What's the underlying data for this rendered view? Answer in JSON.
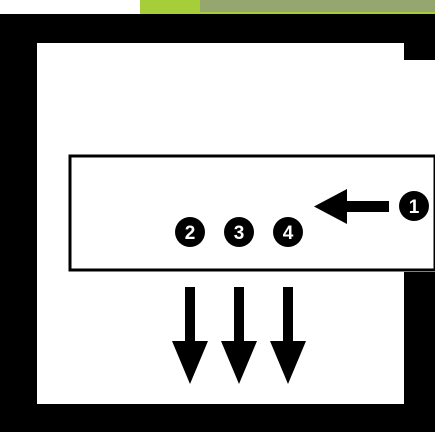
{
  "diagram": {
    "colors": {
      "frame": "#000000",
      "inner_fill": "#ffffff",
      "accent_green": "#a6ce39",
      "photo_strip": "#8f9a82",
      "badge_fill": "#000000",
      "badge_text": "#ffffff",
      "arrow": "#000000"
    },
    "badges": [
      {
        "number": "1",
        "role": "input"
      },
      {
        "number": "2",
        "role": "output"
      },
      {
        "number": "3",
        "role": "output"
      },
      {
        "number": "4",
        "role": "output"
      }
    ],
    "arrows": [
      {
        "direction": "left",
        "icon": "arrow-left-icon"
      },
      {
        "direction": "down",
        "icon": "arrow-down-icon"
      },
      {
        "direction": "down",
        "icon": "arrow-down-icon"
      },
      {
        "direction": "down",
        "icon": "arrow-down-icon"
      }
    ]
  }
}
